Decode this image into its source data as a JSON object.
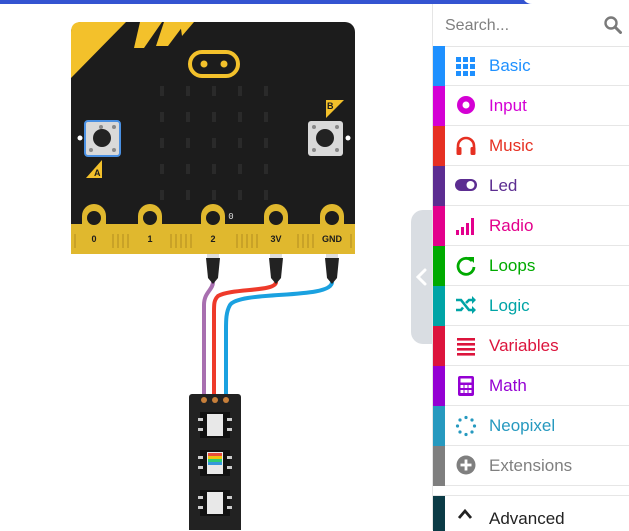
{
  "search": {
    "placeholder": "Search..."
  },
  "board": {
    "pins": [
      "0",
      "1",
      "2",
      "3V",
      "GND"
    ],
    "button_a": "A",
    "button_b": "B",
    "pin_value": "0"
  },
  "toolbox": {
    "categories": [
      {
        "label": "Basic",
        "color": "#1e90ff",
        "icon": "grid-icon"
      },
      {
        "label": "Input",
        "color": "#d400d4",
        "icon": "radio-button-icon"
      },
      {
        "label": "Music",
        "color": "#e63022",
        "icon": "headphones-icon"
      },
      {
        "label": "Led",
        "color": "#5c2d91",
        "icon": "toggle-icon"
      },
      {
        "label": "Radio",
        "color": "#e3008c",
        "icon": "signal-bars-icon"
      },
      {
        "label": "Loops",
        "color": "#00aa00",
        "icon": "refresh-icon"
      },
      {
        "label": "Logic",
        "color": "#00a4a6",
        "icon": "shuffle-icon"
      },
      {
        "label": "Variables",
        "color": "#dc143c",
        "icon": "list-icon"
      },
      {
        "label": "Math",
        "color": "#9400d3",
        "icon": "calculator-icon"
      },
      {
        "label": "Neopixel",
        "color": "#2699bf",
        "icon": "dotted-circle-icon"
      },
      {
        "label": "Extensions",
        "color": "#7f7f7f",
        "icon": "plus-circle-icon"
      }
    ],
    "advanced": {
      "label": "Advanced",
      "color": "#0b3b46",
      "icon": "chevron-up-icon"
    }
  }
}
